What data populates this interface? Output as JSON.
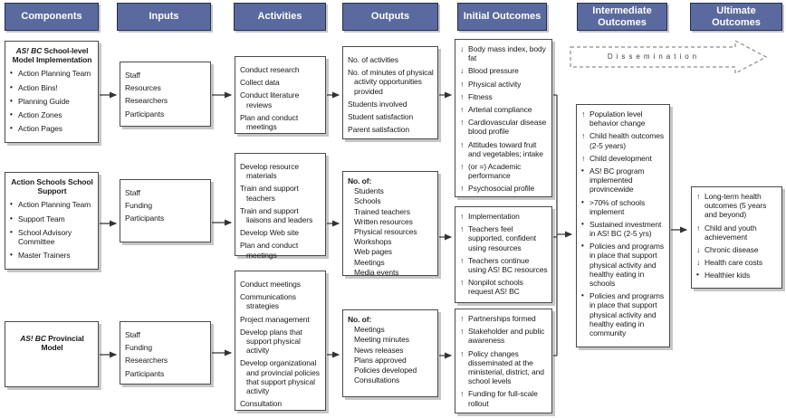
{
  "colors": {
    "header_bg": "#5a6a9e",
    "header_border": "#22304f",
    "shadow": "#c6c6c6",
    "connector": "#333333",
    "dissem_outline": "#8c8c8c"
  },
  "headers": [
    "Components",
    "Inputs",
    "Activities",
    "Outputs",
    "Initial Outcomes",
    "Intermediate Outcomes",
    "Ultimate Outcomes"
  ],
  "dissemination_label": "Dissemination",
  "components": [
    {
      "title_italic": "AS! BC",
      "title_rest": " School-level Model Implementation",
      "bullets": [
        {
          "m": "•",
          "t": "Action Planning Team"
        },
        {
          "m": "•",
          "t": "Action Bins!"
        },
        {
          "m": "•",
          "t": "Planning Guide"
        },
        {
          "m": "•",
          "t": "Action Zones"
        },
        {
          "m": "•",
          "t": "Action Pages"
        }
      ]
    },
    {
      "title_italic": "",
      "title_rest": "Action Schools School Support",
      "bullets": [
        {
          "m": "•",
          "t": "Action Planning Team"
        },
        {
          "m": "•",
          "t": "Support Team"
        },
        {
          "m": "•",
          "t": "School Advisory Committee"
        },
        {
          "m": "•",
          "t": "Master Trainers"
        }
      ]
    },
    {
      "title_italic": "AS! BC",
      "title_rest": " Provincial Model",
      "bullets": []
    }
  ],
  "inputs": [
    [
      "Staff",
      "Resources",
      "Researchers",
      "Participants"
    ],
    [
      "Staff",
      "Funding",
      "Participants"
    ],
    [
      "Staff",
      "Funding",
      "Researchers",
      "Participants"
    ]
  ],
  "activities": [
    [
      "Conduct research",
      "Collect data",
      "Conduct literature reviews",
      "Plan and conduct meetings"
    ],
    [
      "Develop resource materials",
      "Train and support teachers",
      "Train and support liaisons and leaders",
      "Develop Web site",
      "Plan and conduct meetings"
    ],
    [
      "Conduct meetings",
      "Communications strategies",
      "Project management",
      "Develop plans that support physical activity",
      "Develop organizational and provincial policies that support physical activity",
      "Consultation"
    ]
  ],
  "outputs": [
    {
      "heading": "",
      "items": [
        "No. of activities",
        "No. of minutes of physical activity opportunities provided",
        "Students involved",
        "Student satisfaction",
        "Parent satisfaction"
      ]
    },
    {
      "heading": "No. of:",
      "items": [
        "Students",
        "Schools",
        "Trained teachers",
        "Written resources",
        "Physical resources",
        "Workshops",
        "Web pages",
        "Meetings",
        "Media events"
      ]
    },
    {
      "heading": "No. of:",
      "items": [
        "Meetings",
        "Meeting minutes",
        "News releases",
        "Plans approved",
        "Policies developed",
        "Consultations"
      ]
    }
  ],
  "initial_outcomes": [
    [
      {
        "m": "↓",
        "t": "Body mass index, body fat"
      },
      {
        "m": "↓",
        "t": "Blood pressure"
      },
      {
        "m": "↑",
        "t": "Physical activity"
      },
      {
        "m": "↑",
        "t": "Fitness"
      },
      {
        "m": "↑",
        "t": "Arterial compliance"
      },
      {
        "m": "↑",
        "t": "Cardiovascular disease blood profile"
      },
      {
        "m": "↑",
        "t": "Attitudes toward fruit and vegetables; intake"
      },
      {
        "m": "↑",
        "t": "(or =) Academic performance"
      },
      {
        "m": "↑",
        "t": "Psychosocial profile"
      }
    ],
    [
      {
        "m": "↑",
        "t": "Implementation"
      },
      {
        "m": "↑",
        "t": "Teachers feel supported, confident using resources"
      },
      {
        "m": "↑",
        "t": "Teachers continue using AS! BC resources"
      },
      {
        "m": "↑",
        "t": "Nonpilot schools request AS! BC"
      }
    ],
    [
      {
        "m": "↑",
        "t": "Partnerships formed"
      },
      {
        "m": "↑",
        "t": "Stakeholder and public awareness"
      },
      {
        "m": "↑",
        "t": "Policy changes disseminated at the ministerial, district, and school levels"
      },
      {
        "m": "↑",
        "t": "Funding for full-scale rollout"
      }
    ]
  ],
  "intermediate_outcomes": [
    {
      "m": "↑",
      "t": "Population level behavior change"
    },
    {
      "m": "↑",
      "t": "Child health outcomes (2-5 years)"
    },
    {
      "m": "↑",
      "t": "Child development"
    },
    {
      "m": "•",
      "t": "AS! BC program implemented provincewide"
    },
    {
      "m": "•",
      "t": ">70% of schools implement"
    },
    {
      "m": "•",
      "t": "Sustained investment in AS! BC (2-5 yrs)"
    },
    {
      "m": "•",
      "t": "Policies and programs in place that support physical activity and healthy eating in schools"
    },
    {
      "m": "•",
      "t": "Policies and programs in place that support physical activity and healthy eating in community"
    }
  ],
  "ultimate_outcomes": [
    {
      "m": "↑",
      "t": "Long-term health outcomes (5 years and beyond)"
    },
    {
      "m": "↑",
      "t": "Child and youth achievement"
    },
    {
      "m": "↓",
      "t": "Chronic disease"
    },
    {
      "m": "↓",
      "t": "Health care costs"
    },
    {
      "m": "•",
      "t": "Healthier kids"
    }
  ]
}
